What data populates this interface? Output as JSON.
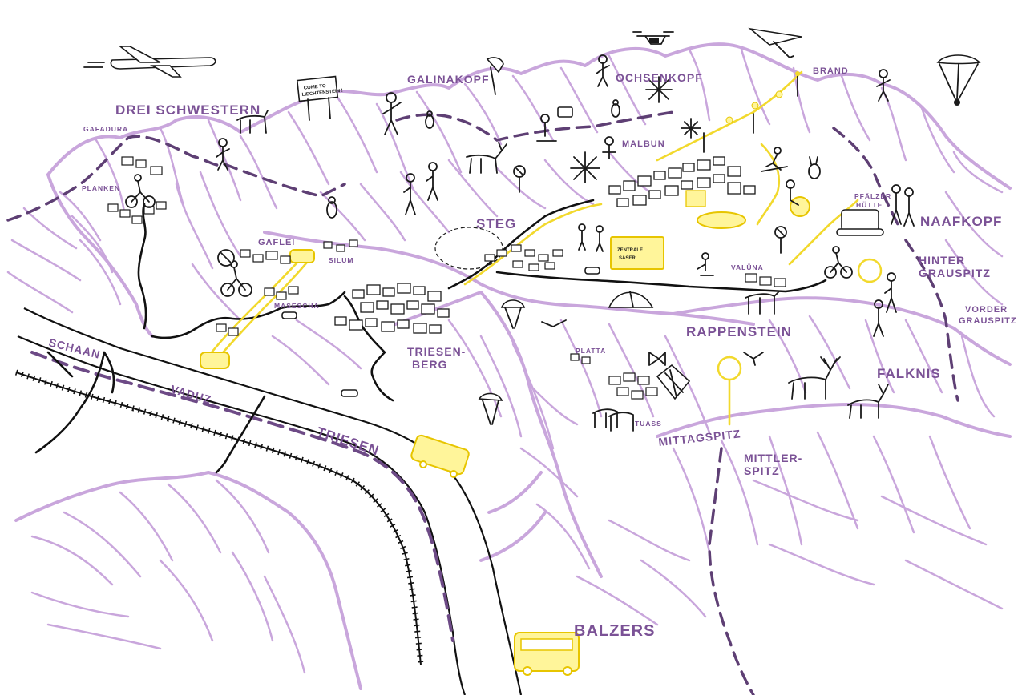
{
  "labels": {
    "drei_schwestern": "DREI SCHWESTERN",
    "gafadura": "GAFADURA",
    "planken": "PLANKEN",
    "galinakopf": "GALINAKOPF",
    "ochsenkopf": "OCHSENKOPF",
    "brand": "BRAND",
    "malbun": "MALBUN",
    "steg": "STEG",
    "gaflei": "GAFLEI",
    "silum": "SILUM",
    "masescha": "MASESCHA",
    "schaan": "SCHAAN",
    "vaduz": "VADUZ",
    "triesen": "TRIESEN",
    "triesenberg_1": "TRIESEN-",
    "triesenberg_2": "BERG",
    "platta": "PLATTA",
    "tuass": "TUASS",
    "valuena": "VALÜNA",
    "rappenstein": "RAPPENSTEIN",
    "pfaelzer_huette_1": "PFÄLZER",
    "pfaelzer_huette_2": "HÜTTE",
    "naafkopf": "NAAFKOPF",
    "hinter_grauspitz_1": "HINTER",
    "hinter_grauspitz_2": "GRAUSPITZ",
    "vorder_grauspitz_1": "VORDER",
    "vorder_grauspitz_2": "GRAUSPITZ",
    "falknis": "FALKNIS",
    "mittagspitz": "MITTAGSPITZ",
    "mittlerspitz_1": "MITTLER-",
    "mittlerspitz_2": "SPITZ",
    "balzers": "BALZERS"
  },
  "sign": {
    "line1": "COME TO",
    "line2": "LIECHTENSTEIN !"
  },
  "building": {
    "line1": "ZENTRALE",
    "line2": "SÄSERI"
  },
  "colors": {
    "mountains": "#c9a6dc",
    "border": "#5e3f74",
    "labels": "#7b5296",
    "highlight": "#f2d92d",
    "ink": "#1a1a1a"
  },
  "icons": [
    "airplane-icon",
    "drone-icon",
    "hang-glider-icon",
    "paraglider-icon",
    "hiker-icon",
    "chamois-icon",
    "deer-icon",
    "ibex-icon",
    "cyclist-icon",
    "skier-icon",
    "bus-icon",
    "chairlift-icon",
    "tent-icon",
    "fireworks-icon",
    "no-bike-sign-icon",
    "no-entry-sign-icon",
    "moth-icon",
    "snowcat-icon",
    "car-icon",
    "signpost-icon"
  ]
}
